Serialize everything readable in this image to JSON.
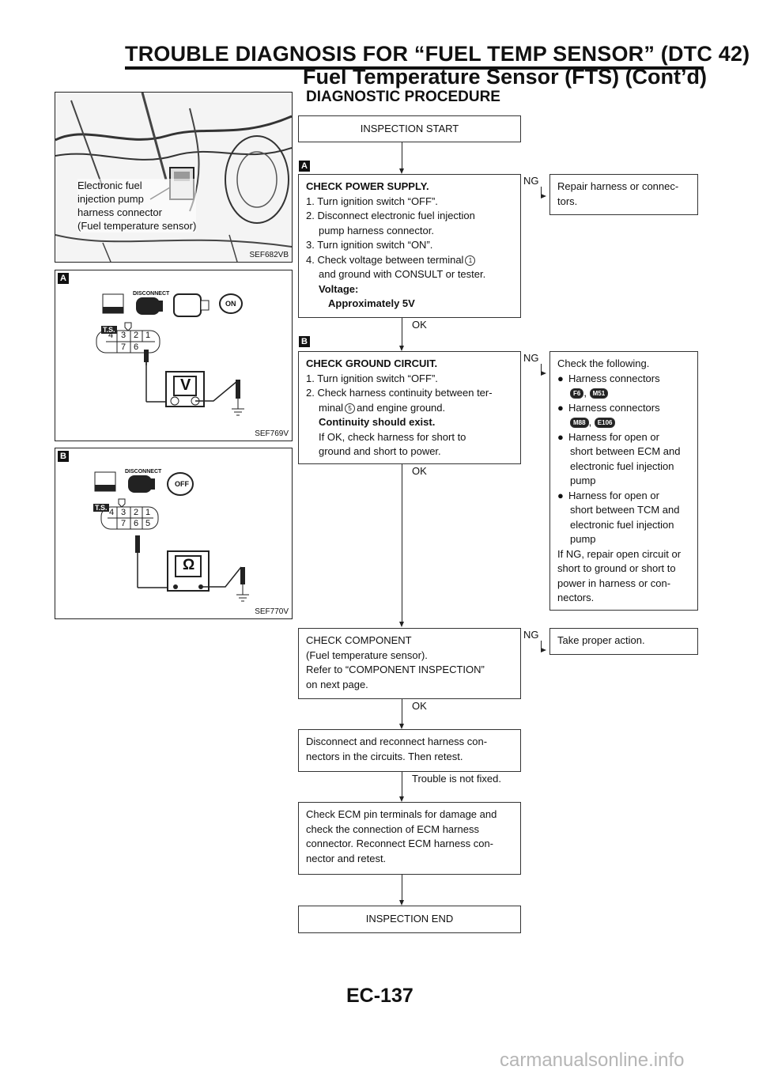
{
  "header": {
    "line1": "TROUBLE DIAGNOSIS FOR “FUEL TEMP SENSOR” (DTC 42)",
    "line2": "Fuel Temperature Sensor (FTS) (Cont’d)"
  },
  "section_title": "DIAGNOSTIC PROCEDURE",
  "figures": {
    "fig1": {
      "code": "SEF682VB",
      "label_lines": [
        "Electronic fuel",
        "injection pump",
        "harness connector",
        "(Fuel temperature sensor)"
      ]
    },
    "fig2": {
      "code": "SEF769V",
      "tag": "A",
      "disconnect": "DISCONNECT",
      "ts": "T.S.",
      "switch": "ON",
      "meter": "V",
      "pins_top": [
        "4",
        "3",
        "2",
        "1"
      ],
      "pins_bottom": [
        "7",
        "6"
      ]
    },
    "fig3": {
      "code": "SEF770V",
      "tag": "B",
      "disconnect": "DISCONNECT",
      "ts": "T.S.",
      "switch": "OFF",
      "meter": "Ω",
      "pins_top": [
        "4",
        "3",
        "2",
        "1"
      ],
      "pins_bottom": [
        "7",
        "6",
        "5"
      ]
    }
  },
  "flow": {
    "start": "INSPECTION START",
    "step_a": {
      "tag": "A",
      "title": "CHECK POWER SUPPLY.",
      "l1": "1. Turn ignition switch “OFF”.",
      "l2": "2. Disconnect electronic fuel injection",
      "l2b": "pump harness connector.",
      "l3": "3. Turn ignition switch “ON”.",
      "l4a": "4. Check voltage between terminal",
      "l4_terminal": "1",
      "l4b": "and ground with CONSULT or tester.",
      "spec_label": "Voltage:",
      "spec_value": "Approximately 5V",
      "ng": "NG",
      "ok": "OK",
      "ng_action": "Repair harness or connec- tors."
    },
    "step_b": {
      "tag": "B",
      "title": "CHECK GROUND CIRCUIT.",
      "l1": "1. Turn ignition switch “OFF”.",
      "l2": "2. Check harness continuity between ter-",
      "l2b_pre": "minal",
      "l2b_terminal": "5",
      "l2b_post": "and engine ground.",
      "spec": "Continuity should exist.",
      "l3": "If OK, check harness for short to",
      "l3b": "ground and short to power.",
      "ng": "NG",
      "ok": "OK",
      "ng_intro": "Check the following.",
      "ng_b1": "Harness connectors",
      "ng_b1_c1": "F6",
      "ng_b1_c2": "M51",
      "ng_b2": "Harness connectors",
      "ng_b2_c1": "M88",
      "ng_b2_c2": "E106",
      "ng_b3a": "Harness for open or",
      "ng_b3b": "short between ECM and",
      "ng_b3c": "electronic fuel injection",
      "ng_b3d": "pump",
      "ng_b4a": "Harness for open or",
      "ng_b4b": "short between TCM and",
      "ng_b4c": "electronic fuel injection",
      "ng_b4d": "pump",
      "ng_end1": "If NG, repair open circuit or",
      "ng_end2": "short to ground or short to",
      "ng_end3": "power in harness or con-",
      "ng_end4": "nectors."
    },
    "step_c": {
      "l1": "CHECK COMPONENT",
      "l2": "(Fuel temperature sensor).",
      "l3": "Refer to “COMPONENT INSPECTION”",
      "l4": "on next page.",
      "ng": "NG",
      "ok": "OK",
      "ng_action": "Take proper action."
    },
    "step_d": {
      "l1": "Disconnect and reconnect harness con-",
      "l2": "nectors in the circuits. Then retest.",
      "result": "Trouble is not fixed."
    },
    "step_e": {
      "l1": "Check ECM pin terminals for damage and",
      "l2": "check the connection of ECM harness",
      "l3": "connector. Reconnect ECM harness con-",
      "l4": "nector and retest."
    },
    "end": "INSPECTION END"
  },
  "footer": {
    "page_number": "EC-137",
    "watermark": "carmanualsonline.info"
  }
}
